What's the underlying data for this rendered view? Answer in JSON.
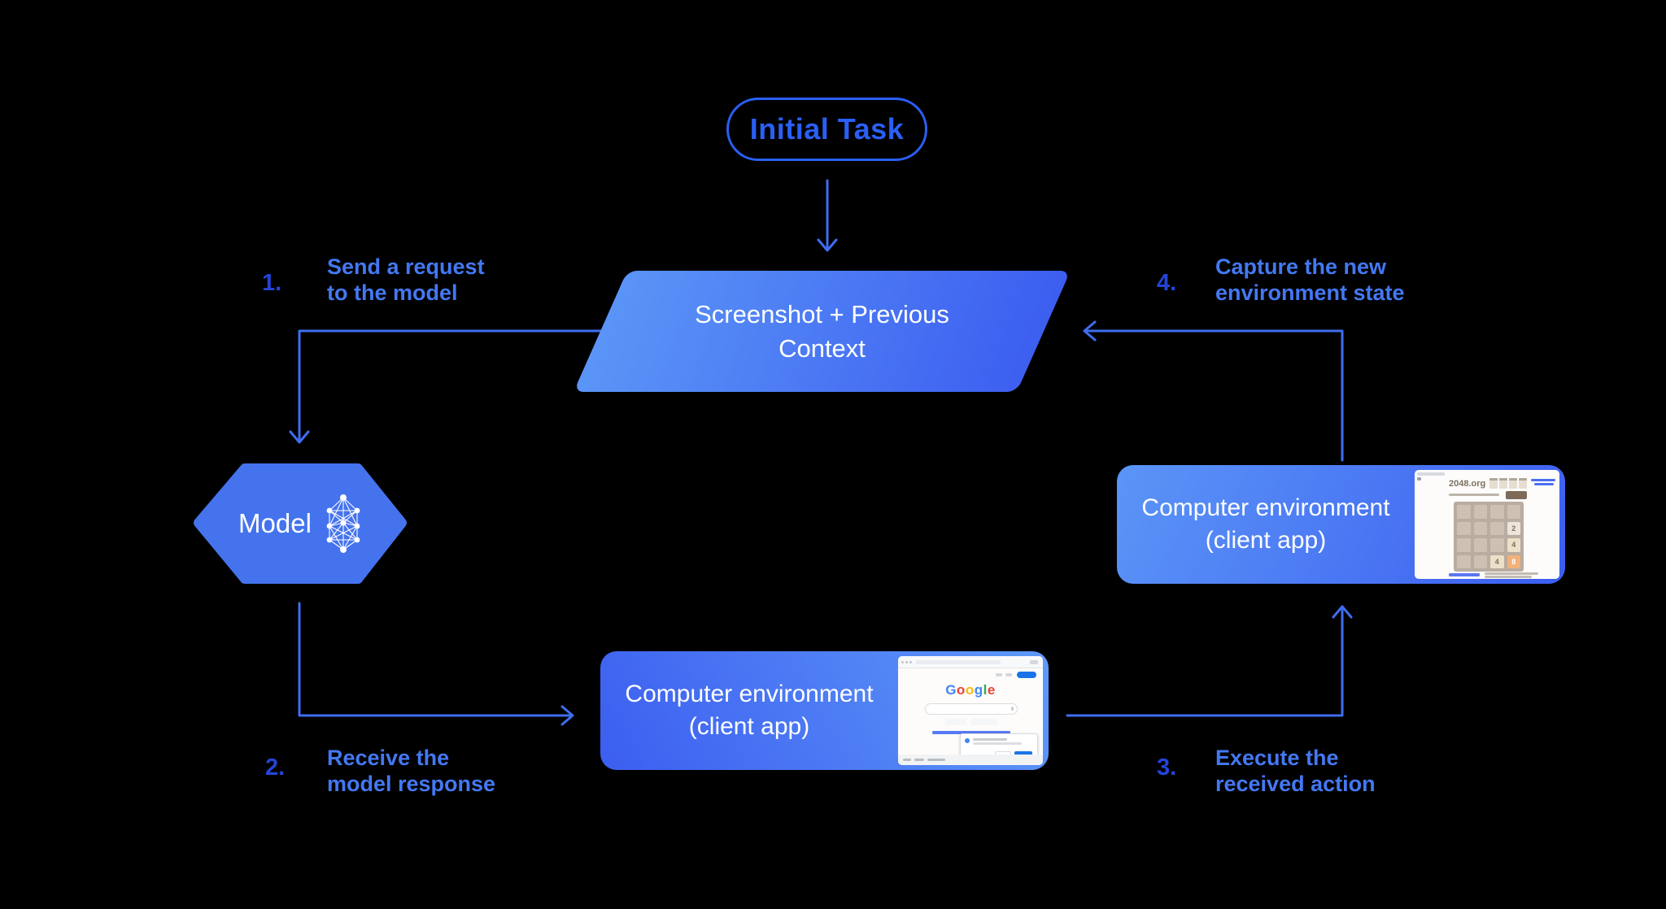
{
  "diagram": {
    "title_pill": {
      "label": "Initial Task"
    },
    "nodes": {
      "screenshot_context": {
        "line1": "Screenshot + Previous",
        "line2": "Context"
      },
      "model": {
        "label": "Model"
      },
      "env_right": {
        "line1": "Computer environment",
        "line2": "(client app)"
      },
      "env_bottom": {
        "line1": "Computer environment",
        "line2": "(client app)"
      }
    },
    "steps": [
      {
        "number": "1.",
        "line1": "Send a request",
        "line2": "to the model"
      },
      {
        "number": "2.",
        "line1": "Receive the",
        "line2": "model response"
      },
      {
        "number": "3.",
        "line1": "Execute the",
        "line2": "received action"
      },
      {
        "number": "4.",
        "line1": "Capture the new",
        "line2": "environment state"
      }
    ],
    "thumbnails": {
      "game_2048": {
        "site": "2048.org",
        "tiles": {
          "r2c4": "2",
          "r3c4": "4",
          "r4c3": "4",
          "r4c4": "8"
        }
      },
      "google": {
        "logo_letters": [
          "G",
          "o",
          "o",
          "g",
          "l",
          "e"
        ]
      }
    },
    "colors": {
      "background": "#000000",
      "pill_blue": "#2a5ff5",
      "connector_blue": "#3f6df0",
      "step_number_blue": "#2444d8",
      "step_label_blue": "#4478f2",
      "node_gradient_light": "#5b95f7",
      "node_gradient_dark": "#3c5ef0",
      "hexagon_blue": "#4573ee",
      "google_logo": [
        "#4285F4",
        "#EA4335",
        "#FBBC05",
        "#4285F4",
        "#34A853",
        "#EA4335"
      ],
      "tile_8_orange": "#f2b179"
    }
  }
}
